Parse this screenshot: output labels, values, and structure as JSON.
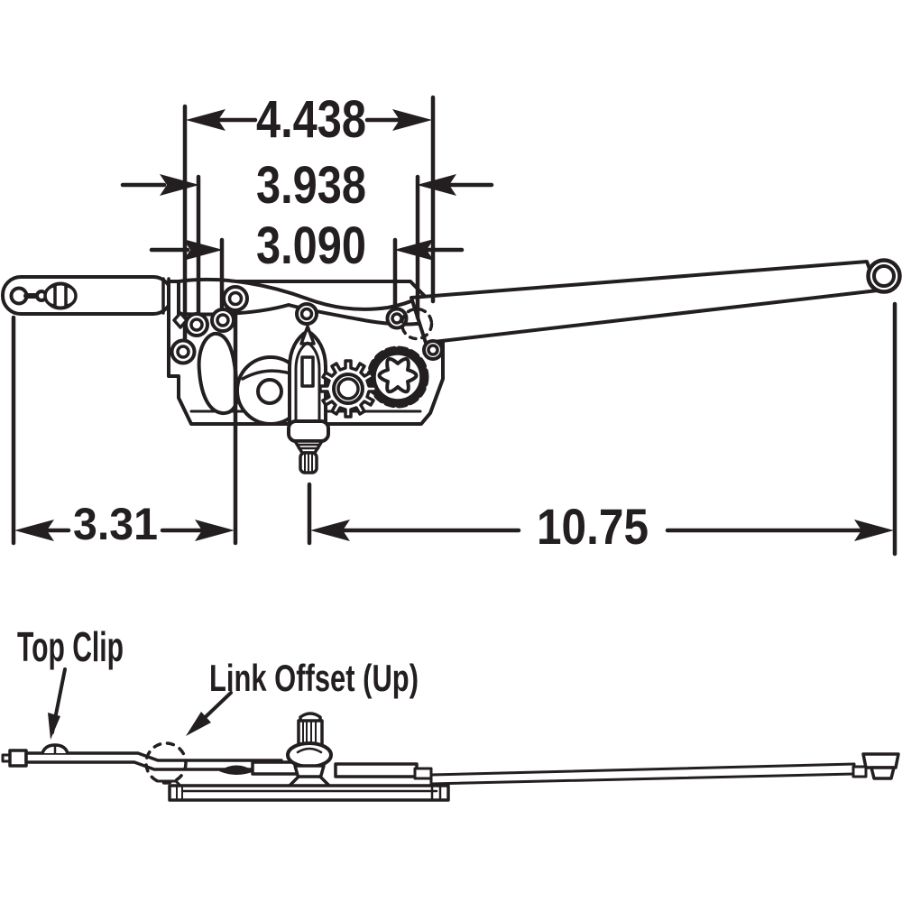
{
  "drawing": {
    "background": "#ffffff",
    "ink_color": "#231f20",
    "dimensions": {
      "overall_width": {
        "label": "4.438"
      },
      "mid_width": {
        "label": "3.938"
      },
      "inner_width": {
        "label": "3.090"
      },
      "left_span": {
        "label": "3.31"
      },
      "arm_span": {
        "label": "10.75"
      }
    },
    "callouts": {
      "top_clip": {
        "label": "Top Clip"
      },
      "link_offset": {
        "label": "Link Offset (Up)"
      }
    }
  }
}
